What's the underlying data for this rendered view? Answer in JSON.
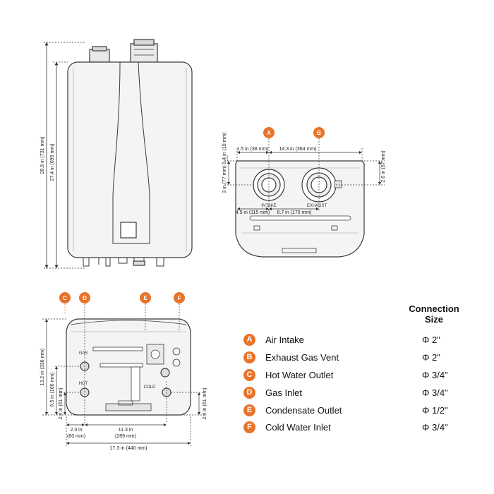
{
  "front_view": {
    "height_total": "28.8 in (731 mm)",
    "height_body": "27.4 in (695 mm)"
  },
  "top_view": {
    "badge_a": "A",
    "badge_b": "B",
    "dim_left_offset": "1.5 in (38 mm)",
    "dim_span": "14.3 in (364 mm)",
    "dim_top_gap": "0.4 in (10 mm)",
    "dim_depth_left": "3 in (77 mm)",
    "dim_depth_right": "2.6 in (67 mm)",
    "dim_intake_x": "4.5 in (115 mm)",
    "dim_exhaust_x": "6.7 in (170 mm)",
    "intake_label": "INTAKE",
    "exhaust_label": "EXHAUST"
  },
  "bottom_view": {
    "badge_c": "C",
    "badge_d": "D",
    "badge_e": "E",
    "badge_f": "F",
    "gas_label": "GAS",
    "hot_label": "HOT",
    "cold_label": "COLD",
    "dim_height_total": "13.2 in (336 mm)",
    "dim_gas_height": "6.5 in (166 mm)",
    "dim_hot_height": "2.4 in (61 mm)",
    "dim_cold_height": "2.4 in (61 mm)",
    "dim_left": "2.3 in",
    "dim_left_mm": "(60 mm)",
    "dim_mid": "11.3 in",
    "dim_mid_mm": "(289 mm)",
    "dim_width": "17.3 in (440 mm)"
  },
  "legend": {
    "header_line1": "Connection",
    "header_line2": "Size",
    "items": [
      {
        "badge": "A",
        "name": "Air Intake",
        "size": "Φ 2\""
      },
      {
        "badge": "B",
        "name": "Exhaust Gas Vent",
        "size": "Φ 2\""
      },
      {
        "badge": "C",
        "name": "Hot Water Outlet",
        "size": "Φ 3/4\""
      },
      {
        "badge": "D",
        "name": "Gas Inlet",
        "size": "Φ 3/4\""
      },
      {
        "badge": "E",
        "name": "Condensate Outlet",
        "size": "Φ 1/2\""
      },
      {
        "badge": "F",
        "name": "Cold Water Inlet",
        "size": "Φ 3/4\""
      }
    ]
  },
  "colors": {
    "badge": "#e8732a",
    "outline": "#3a3a3a",
    "body_fill": "#f4f4f4"
  }
}
